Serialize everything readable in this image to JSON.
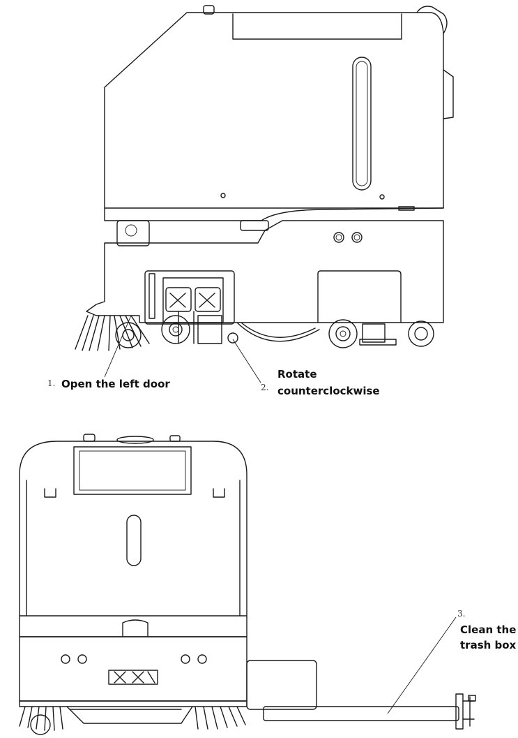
{
  "steps": [
    {
      "number": "1.",
      "text": "Open the left door"
    },
    {
      "number": "2.",
      "text": "Rotate counterclockwise",
      "lines": [
        "Rotate",
        "counterclockwise"
      ]
    },
    {
      "number": "3.",
      "text": "Clean the trash box",
      "lines": [
        "Clean the",
        "trash box"
      ]
    }
  ],
  "colors": {
    "line": "#1a1a1a",
    "background": "#ffffff"
  }
}
